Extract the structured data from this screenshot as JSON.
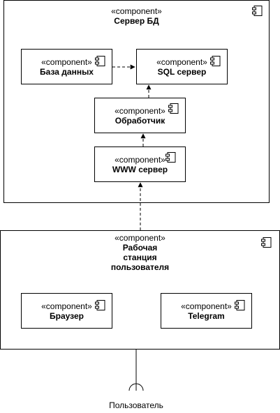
{
  "stereotype": "«component»",
  "server_group": {
    "name": "Сервер БД"
  },
  "database": {
    "name": "База данных"
  },
  "sql_server": {
    "name": "SQL сервер"
  },
  "handler": {
    "name": "Обработчик"
  },
  "www_server": {
    "name": "WWW сервер"
  },
  "workstation": {
    "name_lines": [
      "Рабочая",
      "станция",
      "пользователя"
    ]
  },
  "browser": {
    "name": "Браузер"
  },
  "telegram": {
    "name": "Telegram"
  },
  "user_label": "Пользователь",
  "icons": {
    "component": "component-icon"
  }
}
